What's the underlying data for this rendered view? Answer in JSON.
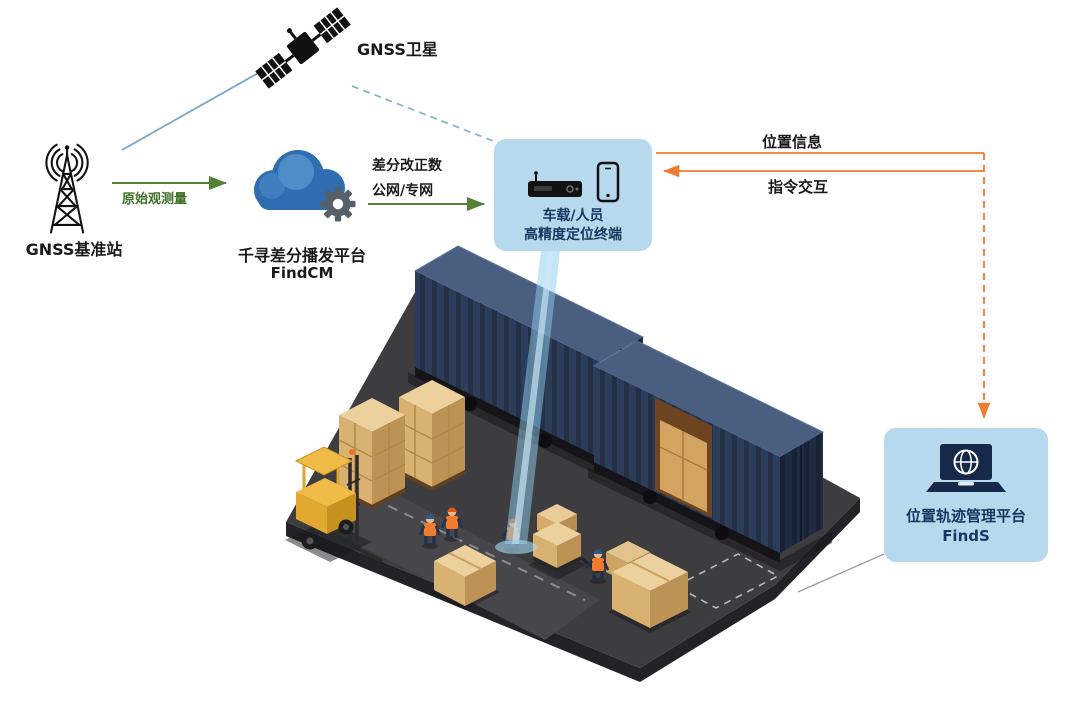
{
  "nodes": {
    "satellite": {
      "label": "GNSS卫星"
    },
    "base_station": {
      "label": "GNSS基准站"
    },
    "cloud": {
      "name": "千寻差分播发平台",
      "product": "FindCM"
    },
    "terminal": {
      "line1": "车载/人员",
      "line2": "高精度定位终端"
    },
    "platform": {
      "name": "位置轨迹管理平台",
      "product": "FindS"
    }
  },
  "edges": {
    "raw_obs": {
      "label": "原始观测量"
    },
    "correction": {
      "line1": "差分改正数",
      "line2": "公网/专网"
    },
    "position_info": {
      "label": "位置信息"
    },
    "command": {
      "label": "指令交互"
    }
  },
  "icons": {
    "satellite": "satellite-icon",
    "base_station": "radio-tower-icon",
    "cloud": "cloud-icon",
    "gear": "gear-icon",
    "terminal_device": "vehicle-terminal-icon",
    "smartphone": "smartphone-icon",
    "platform": "laptop-globe-icon"
  },
  "colors": {
    "green_arrow": "#538135",
    "orange_arrow": "#ed7d31",
    "box_bg": "#b7d9ed",
    "navy_text": "#17375e",
    "cloud_blue": "#2f6cb0",
    "satellite_link": "#7ba7c7",
    "satellite_dashed_link": "#85b9c9",
    "green_text": "#3e7026"
  }
}
